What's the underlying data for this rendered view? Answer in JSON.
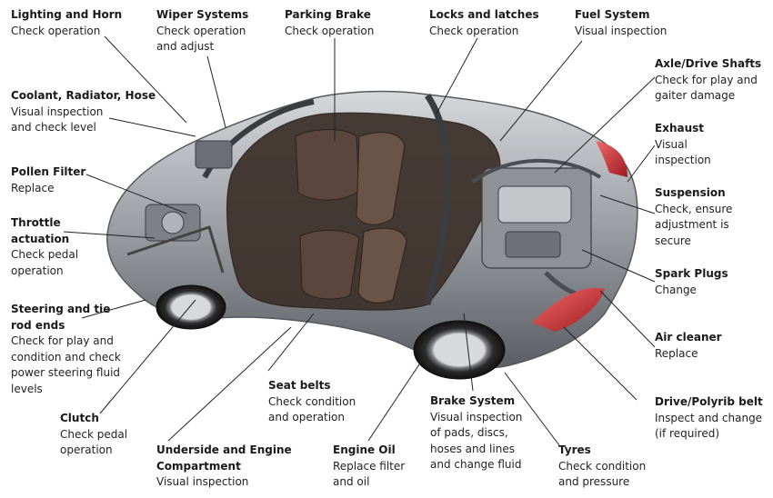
{
  "callouts": [
    {
      "id": "lighting-horn",
      "title": "Lighting and Horn",
      "desc": "Check operation"
    },
    {
      "id": "wiper-systems",
      "title": "Wiper Systems",
      "desc": "Check operation\nand adjust"
    },
    {
      "id": "parking-brake",
      "title": "Parking Brake",
      "desc": "Check operation"
    },
    {
      "id": "locks-latches",
      "title": "Locks and latches",
      "desc": "Check operation"
    },
    {
      "id": "fuel-system",
      "title": "Fuel System",
      "desc": "Visual inspection"
    },
    {
      "id": "axle-drive-shafts",
      "title": "Axle/Drive Shafts",
      "desc": "Check for play and\ngaiter damage"
    },
    {
      "id": "coolant-radiator-hose",
      "title": "Coolant, Radiator, Hose",
      "desc": "Visual inspection\nand check level"
    },
    {
      "id": "exhaust",
      "title": "Exhaust",
      "desc": "Visual\ninspection"
    },
    {
      "id": "pollen-filter",
      "title": "Pollen Filter",
      "desc": "Replace"
    },
    {
      "id": "suspension",
      "title": "Suspension",
      "desc": "Check, ensure\nadjustment is\nsecure"
    },
    {
      "id": "throttle-actuation",
      "title": "Throttle\nactuation",
      "desc": "Check pedal\noperation"
    },
    {
      "id": "spark-plugs",
      "title": "Spark Plugs",
      "desc": "Change"
    },
    {
      "id": "steering-tie-rod",
      "title": "Steering and tie\nrod ends",
      "desc": "Check for play and\ncondition and check\npower steering fluid\nlevels"
    },
    {
      "id": "air-cleaner",
      "title": "Air cleaner",
      "desc": "Replace"
    },
    {
      "id": "seat-belts",
      "title": "Seat belts",
      "desc": "Check condition\nand operation"
    },
    {
      "id": "brake-system",
      "title": "Brake System",
      "desc": "Visual inspection\nof pads, discs,\nhoses and lines\nand change fluid"
    },
    {
      "id": "drive-polyrib-belt",
      "title": "Drive/Polyrib belt",
      "desc": "Inspect and change\n(if required)"
    },
    {
      "id": "clutch",
      "title": "Clutch",
      "desc": "Check pedal\noperation"
    },
    {
      "id": "underside-engine",
      "title": "Underside and Engine\nCompartment",
      "desc": "Visual inspection"
    },
    {
      "id": "engine-oil",
      "title": "Engine Oil",
      "desc": "Replace filter\nand oil"
    },
    {
      "id": "tyres",
      "title": "Tyres",
      "desc": "Check condition\nand pressure"
    }
  ],
  "colors": {
    "body": "#9a9da2",
    "body_dark": "#5b5e63",
    "interior": "#4a3a32",
    "seat": "#5a463c",
    "taillight": "#c8262b",
    "leader": "#222222"
  }
}
